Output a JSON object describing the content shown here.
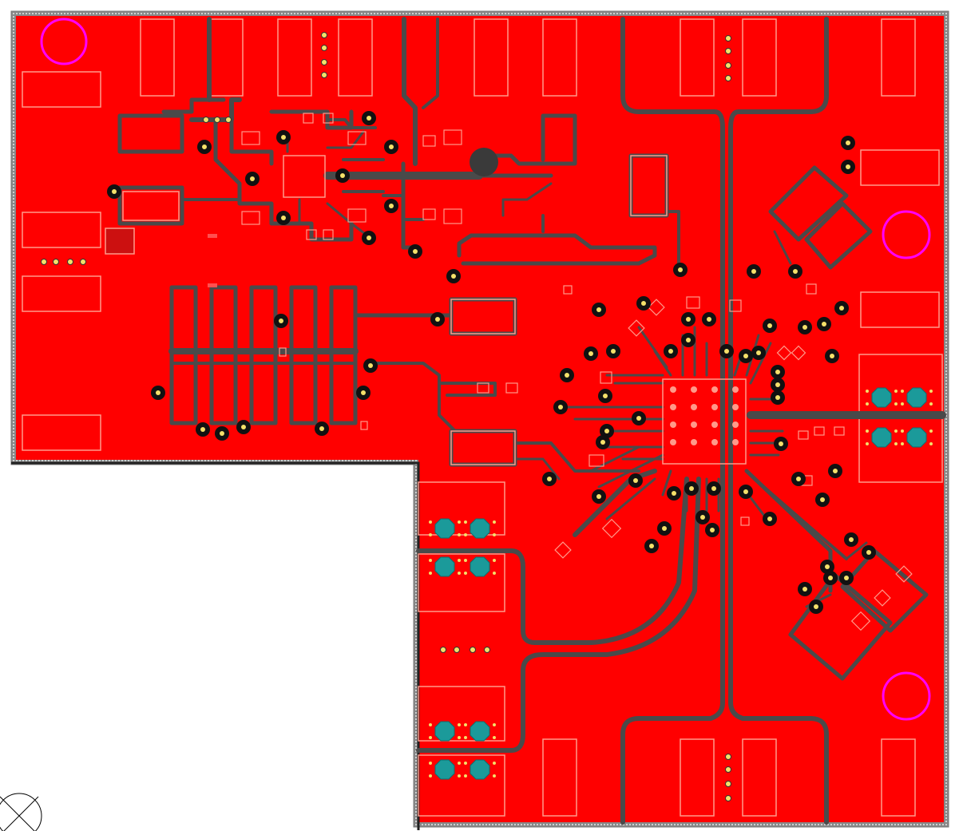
{
  "view": {
    "mode": "pcb-top-layer"
  },
  "colors": {
    "background": "#ffffff",
    "copper": "#ff0000",
    "copper_void": "#3a3a3a",
    "trace": "#4a4a4a",
    "pad_outline": "#ff9a8a",
    "pad_fill": "#ff1a1a",
    "via_ring": "#111111",
    "via_drill": "#f4e06a",
    "mounting_hole": "#ff00ff",
    "thermal_pad": "#1b9a9a",
    "board_edge": "#9a9a9a",
    "origin_marker": "#000000"
  },
  "layer": {
    "name": "",
    "visible": true
  },
  "components": {
    "qfn_center": {
      "designator": "",
      "pins_per_side": 10
    },
    "mounting_holes": {
      "count": 3
    },
    "rf_connectors": {
      "count": 4
    },
    "thermal_via_groups": {
      "count": 5
    }
  },
  "markers": {
    "origin": "origin-crosshair-icon"
  }
}
